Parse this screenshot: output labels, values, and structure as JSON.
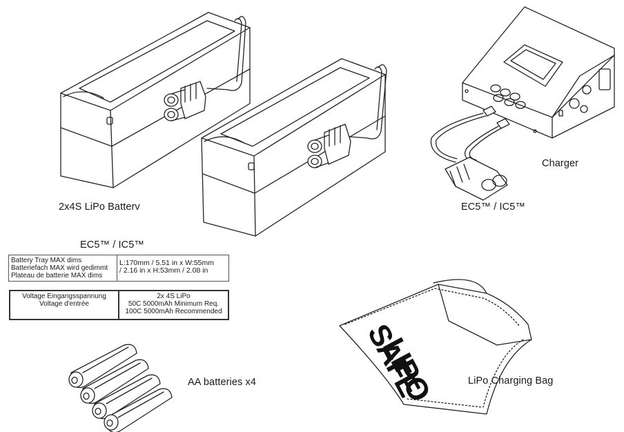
{
  "labels": {
    "battery": "2x4S LiPo Batterv",
    "connector_top": "EC5™ / IC5™",
    "charger": "Charger",
    "connector_table": "EC5™ / IC5™",
    "aa": "AA batteries x4",
    "bag": "LiPo Charging Bag",
    "bag_print_1": "LIPO",
    "bag_print_2": "SAFE"
  },
  "table1": {
    "left": [
      "Battery Tray MAX dims",
      "Batteriefach MAX wird gedimmt",
      "Plateau de batterie MAX dims"
    ],
    "right": [
      "L:170mm / 5.51 in x W:55mm",
      "/ 2.16 in x H:53mm / 2.08 in"
    ]
  },
  "table2": {
    "left": [
      "Voltage   Eingangsspannung",
      "Voltage d'entrée"
    ],
    "right": [
      "2x 4S LiPo",
      "50C 5000mAh Minimum Req.",
      "100C 5000mAh Recommended"
    ]
  }
}
